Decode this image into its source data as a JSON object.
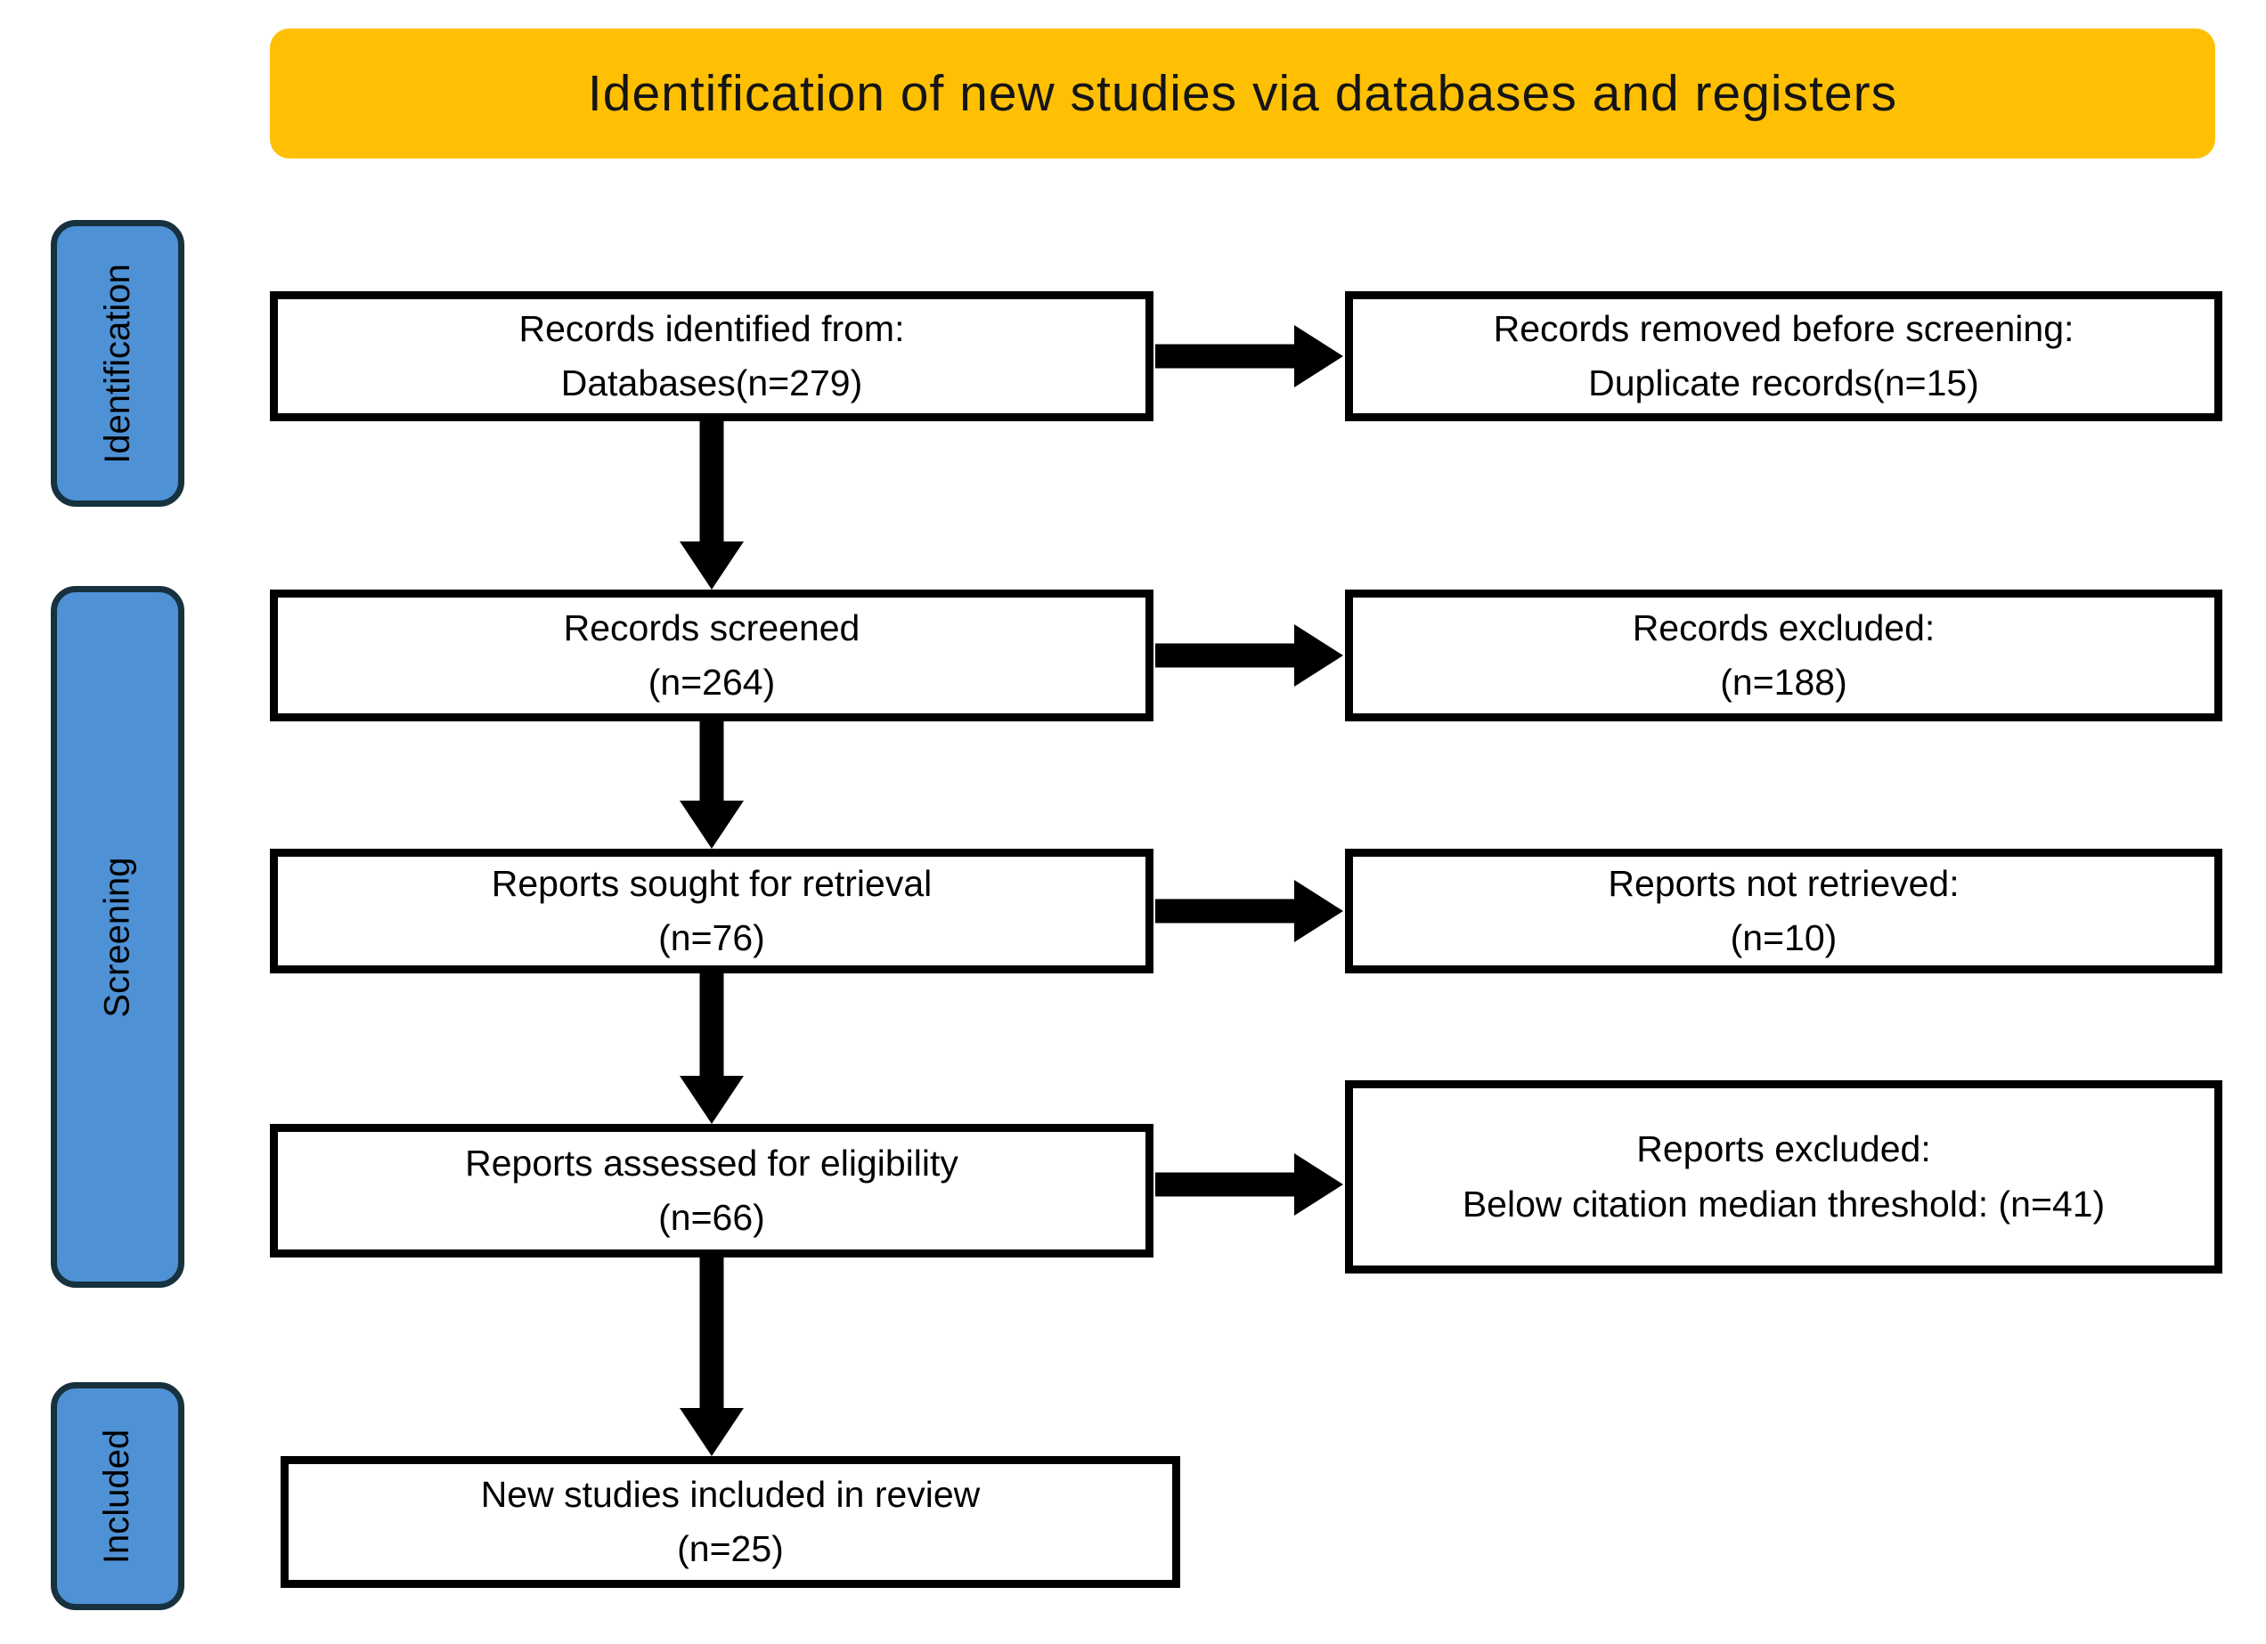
{
  "title": {
    "text": "Identification of new studies via databases and registers"
  },
  "colors": {
    "banner_bg": "#FFC003",
    "stage_bg": "#4E91D5",
    "stage_border": "#17313E",
    "box_border": "#000000",
    "box_bg": "#FFFFFF",
    "arrow": "#000000",
    "text": "#000000"
  },
  "stages": [
    {
      "label": "Identification"
    },
    {
      "label": "Screening"
    },
    {
      "label": "Included"
    }
  ],
  "flow": {
    "main": [
      {
        "line1": "Records identified from:",
        "line2": "Databases(n=279)"
      },
      {
        "line1": "Records screened",
        "line2": "(n=264)"
      },
      {
        "line1": "Reports sought for retrieval",
        "line2": "(n=76)"
      },
      {
        "line1": "Reports assessed for eligibility",
        "line2": "(n=66)"
      },
      {
        "line1": "New studies included in review",
        "line2": "(n=25)"
      }
    ],
    "side": [
      {
        "line1": "Records removed before screening:",
        "line2": "Duplicate records(n=15)"
      },
      {
        "line1": "Records excluded:",
        "line2": "(n=188)"
      },
      {
        "line1": "Reports not retrieved:",
        "line2": "(n=10)"
      },
      {
        "line1": "Reports excluded:",
        "line2": "Below citation median threshold: (n=41)"
      }
    ]
  }
}
